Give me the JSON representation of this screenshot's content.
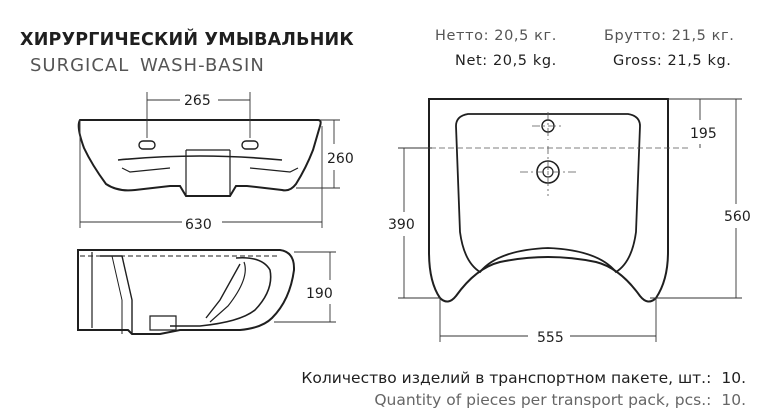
{
  "title": {
    "ru": "ХИРУРГИЧЕСКИЙ УМЫВАЛЬНИК",
    "en": "SURGICAL  WASH-BASIN"
  },
  "weights": {
    "netto_ru": "Нетто:  20,5  кг.",
    "net_en": "Net:  20,5  kg.",
    "brutto_ru": "Брутто:  21,5  кг.",
    "gross_en": "Gross:  21,5  kg."
  },
  "dimensions": {
    "front_width_top": "265",
    "front_height": "260",
    "front_width_total": "630",
    "side_height": "190",
    "top_hole_offset": "195",
    "top_depth_inner": "390",
    "top_depth_total": "560",
    "top_width": "555"
  },
  "quantity": {
    "label_ru": "Количество изделий в транспортном пакете, шт.:",
    "label_en": "Quantity of pieces per transport pack, pcs.:",
    "value_ru": "10.",
    "value_en": "10."
  },
  "colors": {
    "line": "#1f1f1f",
    "dim_line": "#333333"
  }
}
